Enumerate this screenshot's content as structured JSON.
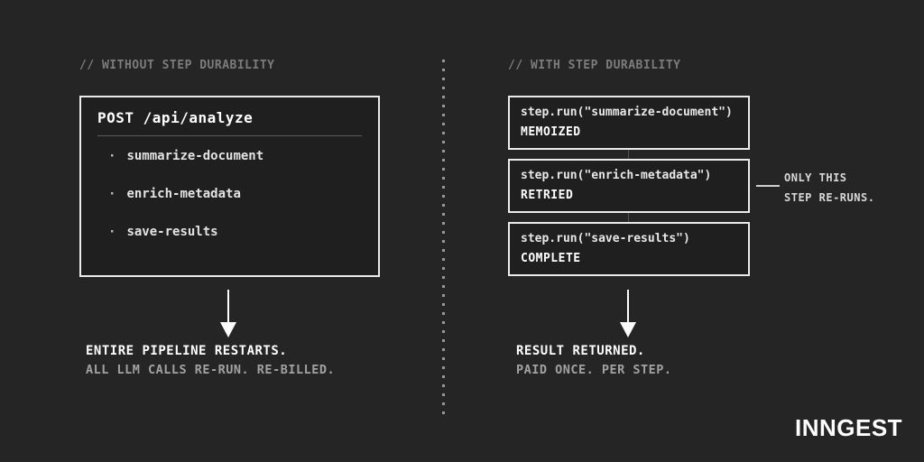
{
  "colors": {
    "background": "#252525",
    "card_background": "#1f1f1f",
    "border": "#ebebeb",
    "primary_text": "#ffffff",
    "muted_text": "#a2a2a2",
    "comment_text": "#7c7c7c"
  },
  "left": {
    "header": "// WITHOUT STEP DURABILITY",
    "box": {
      "title": "POST /api/analyze",
      "bullet": "·",
      "items": [
        "summarize-document",
        "enrich-metadata",
        "save-results"
      ]
    },
    "caption_primary": "ENTIRE PIPELINE RESTARTS.",
    "caption_secondary": "ALL LLM CALLS RE-RUN. RE-BILLED."
  },
  "right": {
    "header": "// WITH STEP DURABILITY",
    "steps": [
      {
        "code": "step.run(\"summarize-document\")",
        "status": "MEMOIZED"
      },
      {
        "code": "step.run(\"enrich-metadata\")",
        "status": "RETRIED"
      },
      {
        "code": "step.run(\"save-results\")",
        "status": "COMPLETE"
      }
    ],
    "annotation": {
      "line1": "ONLY THIS",
      "line2": "STEP RE-RUNS."
    },
    "caption_primary": "RESULT RETURNED.",
    "caption_secondary": "PAID ONCE. PER STEP."
  },
  "logo_text": "INNGEST"
}
